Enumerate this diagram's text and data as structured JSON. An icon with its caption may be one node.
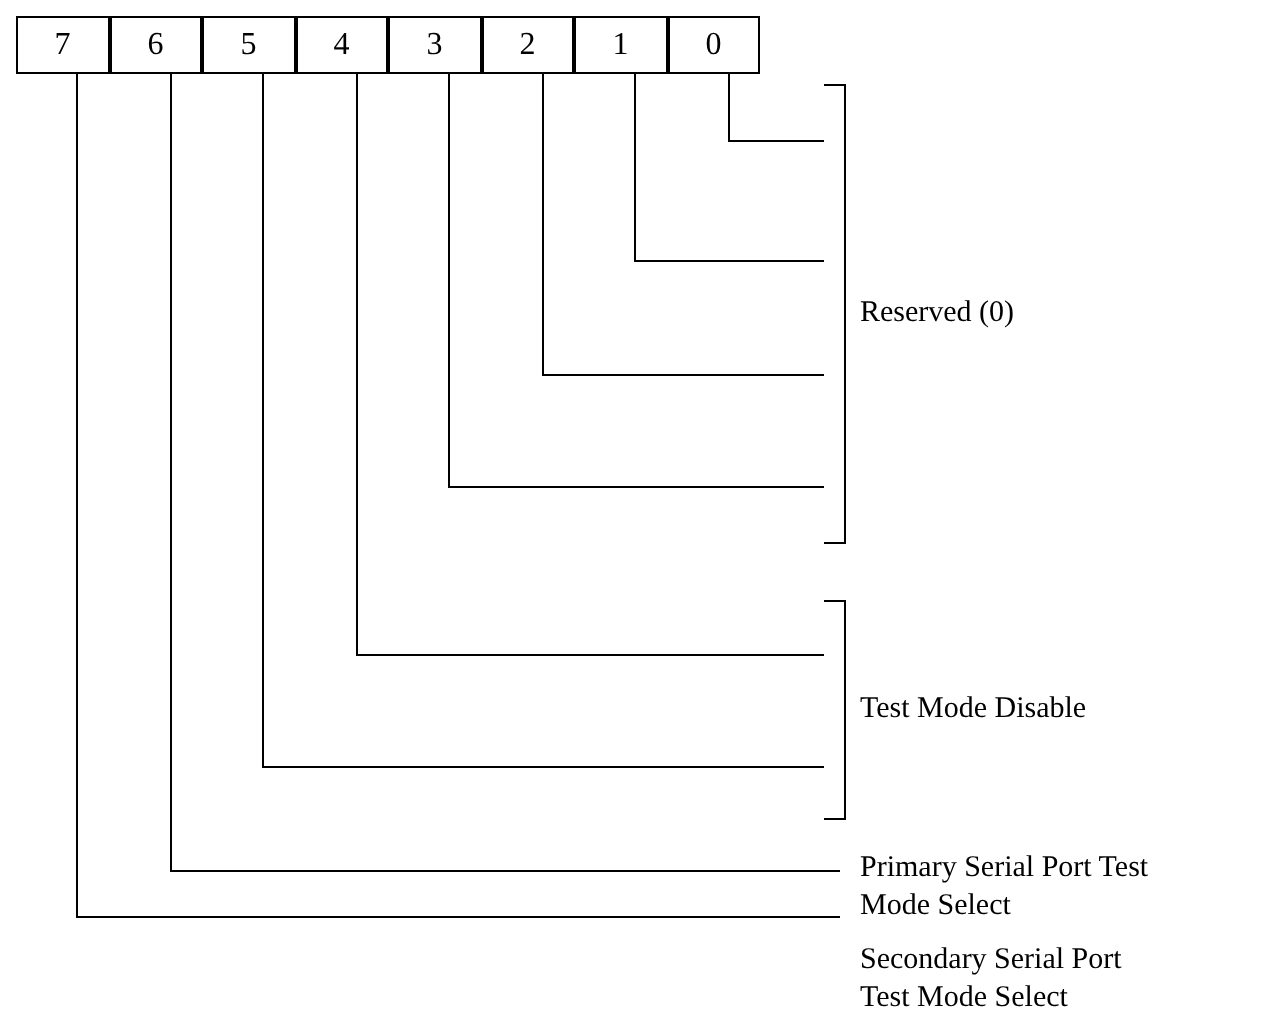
{
  "diagram": {
    "nodes": [
      {
        "text": [
          "7"
        ]
      },
      {
        "text": [
          "6"
        ]
      },
      {
        "text": [
          "5"
        ]
      },
      {
        "text": [
          "4"
        ]
      },
      {
        "text": [
          "3"
        ]
      },
      {
        "text": [
          "2"
        ]
      },
      {
        "text": [
          "1"
        ]
      },
      {
        "text": [
          "0"
        ]
      },
      {
        "text": [
          "Reserved (0)"
        ]
      },
      {
        "text": [
          "Test Mode Disable"
        ]
      },
      {
        "text": [
          "Primary Serial Port Test Mode Select"
        ]
      },
      {
        "text": [
          "Secondary Serial Port Test Mode Select"
        ]
      }
    ],
    "edges": [
      {
        "from": 7,
        "to": 8,
        "arrow": "none"
      },
      {
        "from": 6,
        "to": 8,
        "arrow": "none"
      },
      {
        "from": 5,
        "to": 8,
        "arrow": "none"
      },
      {
        "from": 4,
        "to": 8,
        "arrow": "none"
      },
      {
        "from": 3,
        "to": 9,
        "arrow": "none"
      },
      {
        "from": 2,
        "to": 9,
        "arrow": "none"
      },
      {
        "from": 1,
        "to": 10,
        "arrow": "none"
      },
      {
        "from": 0,
        "to": 11,
        "arrow": "none"
      }
    ]
  }
}
